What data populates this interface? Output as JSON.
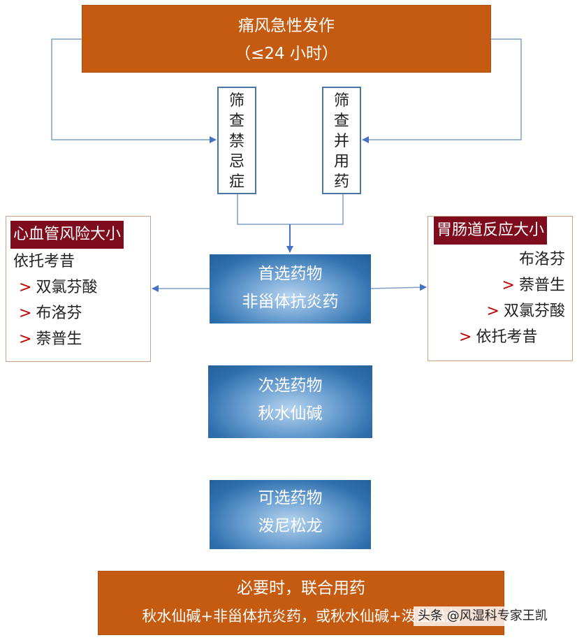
{
  "top_box": {
    "line1": "痛风急性发作",
    "line2": "（≤24 小时）"
  },
  "screen_contra": [
    "筛",
    "查",
    "禁",
    "忌",
    "症"
  ],
  "screen_drugs": [
    "筛",
    "查",
    "并",
    "用",
    "药"
  ],
  "first_choice": {
    "line1": "首选药物",
    "line2": "非甾体抗炎药"
  },
  "second_choice": {
    "line1": "次选药物",
    "line2": "秋水仙碱"
  },
  "optional_choice": {
    "line1": "可选药物",
    "line2": "泼尼松龙"
  },
  "cv_risk": {
    "title": "心血管风险大小",
    "first": "依托考昔",
    "marker": ">",
    "items": [
      "双氯芬酸",
      "布洛芬",
      "萘普生"
    ]
  },
  "gi_risk": {
    "title": "胃肠道反应大小",
    "first": "布洛芬",
    "marker": ">",
    "items": [
      "萘普生",
      "双氯芬酸",
      "依托考昔"
    ]
  },
  "bottom_box": {
    "line1": "必要时，联合用药",
    "line2": "秋水仙碱+非甾体抗炎药，或秋水仙碱+泼尼松龙"
  },
  "watermark": "头条 @风湿科专家王凯",
  "colors": {
    "orange": "#c55a11",
    "blue": "#2e6fad",
    "dark_red": "#7f0c1d",
    "marker_red": "#c00000"
  }
}
